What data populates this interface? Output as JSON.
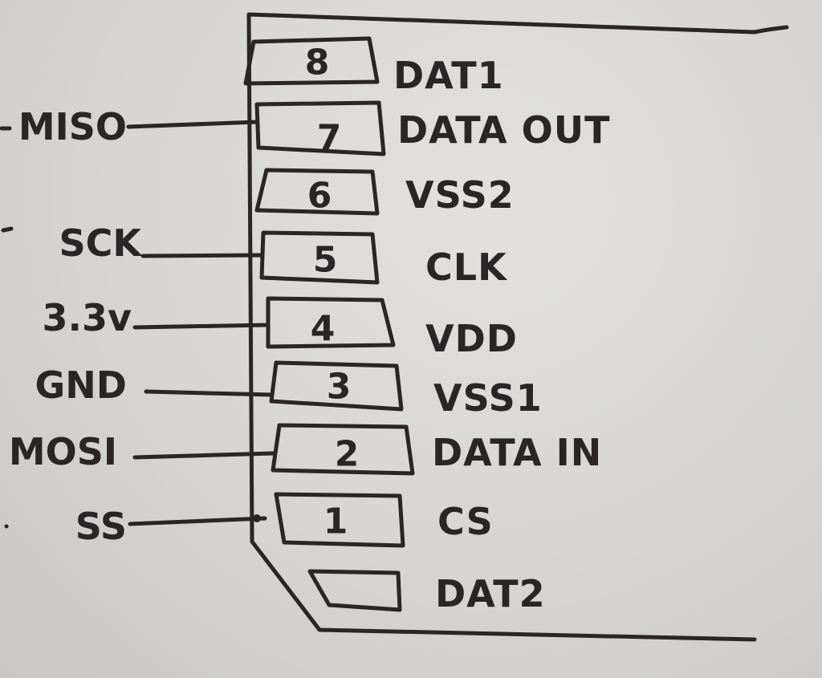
{
  "card": {
    "pins": [
      {
        "num": "8",
        "name": "DAT1",
        "spi": ""
      },
      {
        "num": "7",
        "name": "DATA OUT",
        "spi": "MISO"
      },
      {
        "num": "6",
        "name": "VSS2",
        "spi": ""
      },
      {
        "num": "5",
        "name": "CLK",
        "spi": "SCK"
      },
      {
        "num": "4",
        "name": "VDD",
        "spi": "3.3v"
      },
      {
        "num": "3",
        "name": "VSS1",
        "spi": "GND"
      },
      {
        "num": "2",
        "name": "DATA IN",
        "spi": "MOSI"
      },
      {
        "num": "1",
        "name": "CS",
        "spi": "SS"
      },
      {
        "num": "",
        "name": "DAT2",
        "spi": ""
      }
    ]
  }
}
